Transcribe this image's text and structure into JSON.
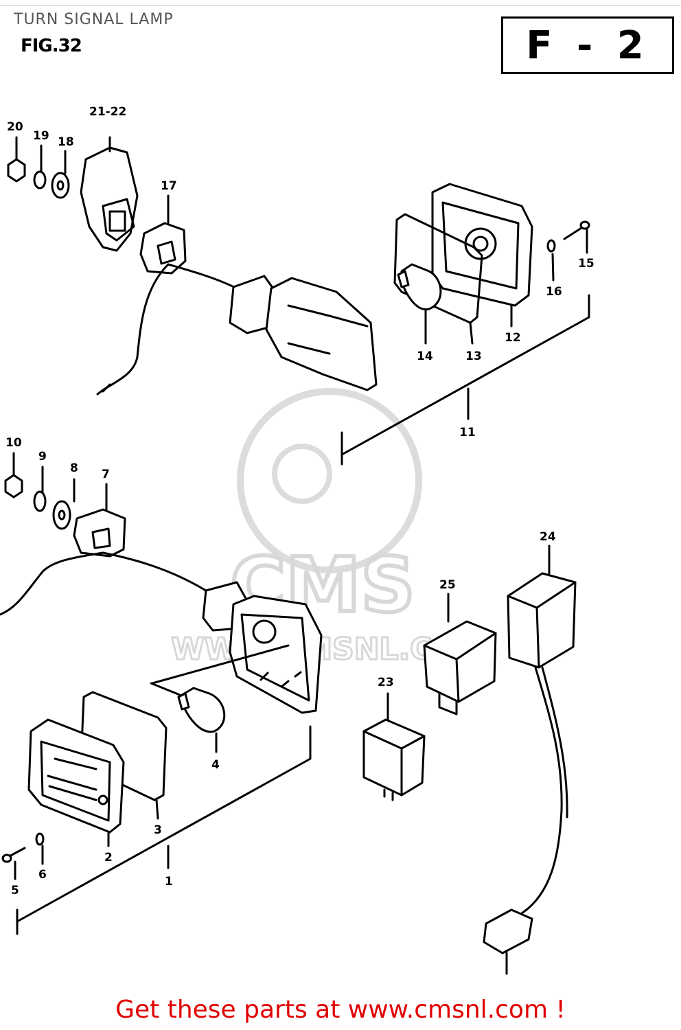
{
  "header": {
    "title": "TURN SIGNAL LAMP",
    "figure": "FIG.32",
    "section": "F - 2"
  },
  "callouts": {
    "c1": "1",
    "c2": "2",
    "c3": "3",
    "c4": "4",
    "c5": "5",
    "c6": "6",
    "c7": "7",
    "c8": "8",
    "c9": "9",
    "c10": "10",
    "c11": "11",
    "c12": "12",
    "c13": "13",
    "c14": "14",
    "c15": "15",
    "c16": "16",
    "c17": "17",
    "c18": "18",
    "c19": "19",
    "c20": "20",
    "c2122": "21-22",
    "c23": "23",
    "c24": "24",
    "c25": "25"
  },
  "watermark": {
    "brand": "CMS",
    "site": "WWW.CMSNL.COM"
  },
  "footer": {
    "text": "Get these parts at www.cmsnl.com !"
  }
}
